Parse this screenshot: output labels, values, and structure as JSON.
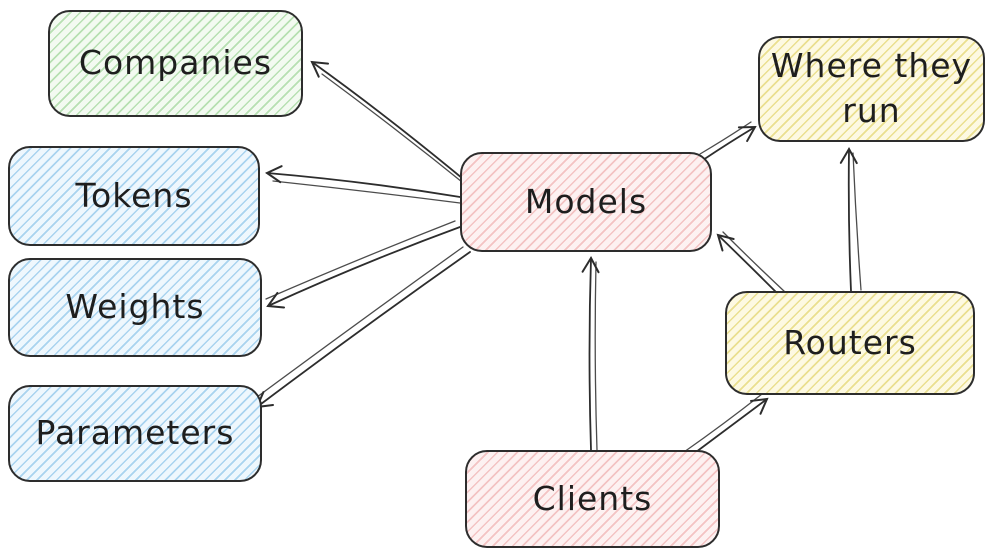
{
  "nodes": {
    "companies": {
      "label": "Companies",
      "color": "green"
    },
    "tokens": {
      "label": "Tokens",
      "color": "blue"
    },
    "weights": {
      "label": "Weights",
      "color": "blue"
    },
    "parameters": {
      "label": "Parameters",
      "color": "blue"
    },
    "models": {
      "label": "Models",
      "color": "pink"
    },
    "where_they_run": {
      "label": "Where they run",
      "color": "yellow"
    },
    "routers": {
      "label": "Routers",
      "color": "yellow"
    },
    "clients": {
      "label": "Clients",
      "color": "pink"
    }
  },
  "edges": [
    {
      "from": "models",
      "to": "companies"
    },
    {
      "from": "models",
      "to": "tokens"
    },
    {
      "from": "models",
      "to": "weights"
    },
    {
      "from": "models",
      "to": "parameters"
    },
    {
      "from": "clients",
      "to": "models"
    },
    {
      "from": "clients",
      "to": "routers"
    },
    {
      "from": "routers",
      "to": "models"
    },
    {
      "from": "routers",
      "to": "where_they_run"
    },
    {
      "from": "models",
      "to": "where_they_run"
    }
  ],
  "colors": {
    "stroke": "#2d2d2d",
    "text": "#1e1e1e",
    "green_fill": "#f3faf1",
    "green_hatch": "#b7e0b2",
    "blue_fill": "#eef7fd",
    "blue_hatch": "#a9d3ef",
    "pink_fill": "#fdf1f1",
    "pink_hatch": "#f3c3c3",
    "yellow_fill": "#fdf9e2",
    "yellow_hatch": "#eadf8f"
  }
}
